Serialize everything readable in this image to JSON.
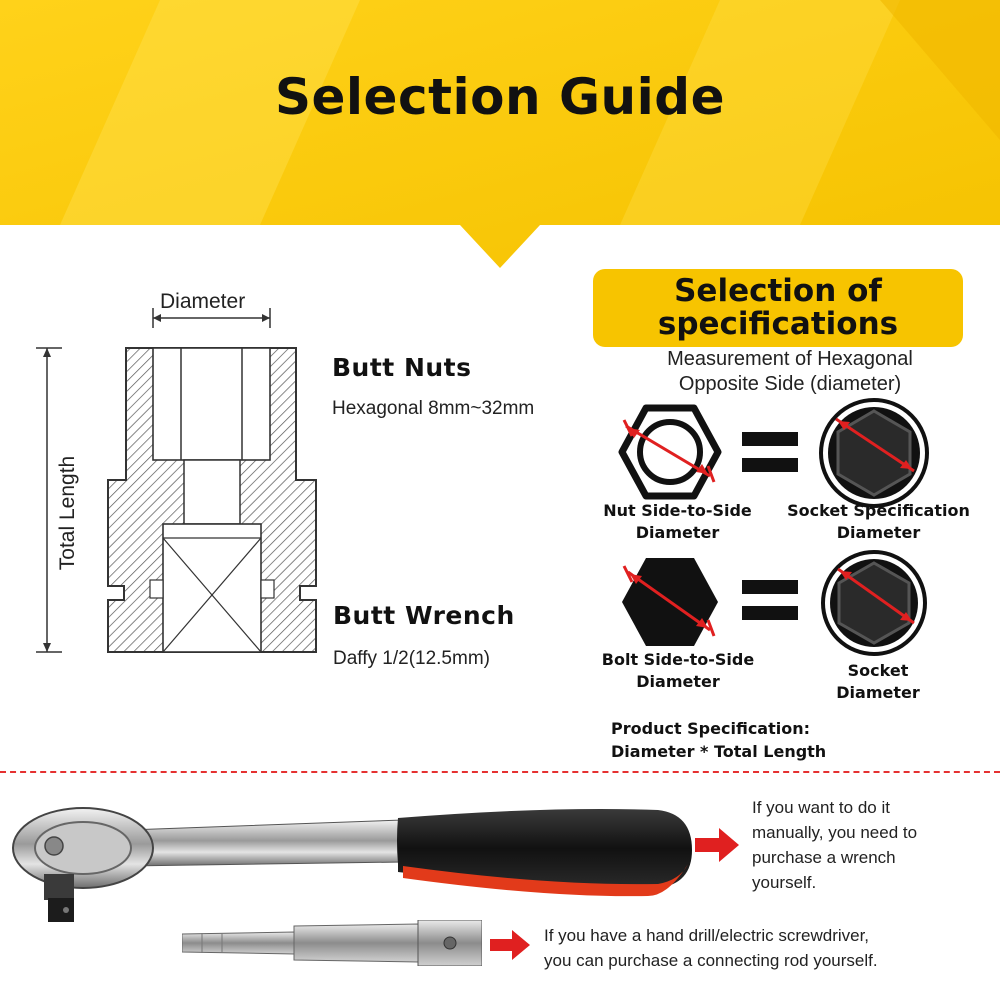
{
  "header": {
    "title": "Selection Guide"
  },
  "diagram": {
    "diameter_label": "Diameter",
    "length_label": "Total Length"
  },
  "parts": {
    "nuts_title": "Butt Nuts",
    "nuts_desc": "Hexagonal 8mm~32mm",
    "wrench_title": "Butt Wrench",
    "wrench_desc": "Daffy 1/2(12.5mm)"
  },
  "specs": {
    "title_line1": "Selection of",
    "title_line2": "specifications",
    "measure_line1": "Measurement of Hexagonal",
    "measure_line2": "Opposite Side (diameter)",
    "nut_line1": "Nut Side-to-Side",
    "nut_line2": "Diameter",
    "socket_spec_line1": "Socket Specification",
    "socket_spec_line2": "Diameter",
    "bolt_line1": "Bolt Side-to-Side",
    "bolt_line2": "Diameter",
    "socket_line1": "Socket",
    "socket_line2": "Diameter",
    "product_line1": "Product Specification:",
    "product_line2": "Diameter * Total Length"
  },
  "notes": {
    "wrench_line1": "If you want to do it",
    "wrench_line2": "manually, you need to",
    "wrench_line3": "purchase a wrench",
    "wrench_line4": "yourself.",
    "drill_line1": "If you have a hand drill/electric screwdriver,",
    "drill_line2": "you can purchase a connecting rod yourself."
  },
  "colors": {
    "banner": "#f7c400",
    "accent_red": "#e02020",
    "text": "#111111"
  },
  "icons": [
    "hex-nut-icon",
    "socket-icon",
    "hex-bolt-icon",
    "equals-icon",
    "arrow-right-icon",
    "ratchet-wrench-icon",
    "adapter-rod-icon"
  ]
}
